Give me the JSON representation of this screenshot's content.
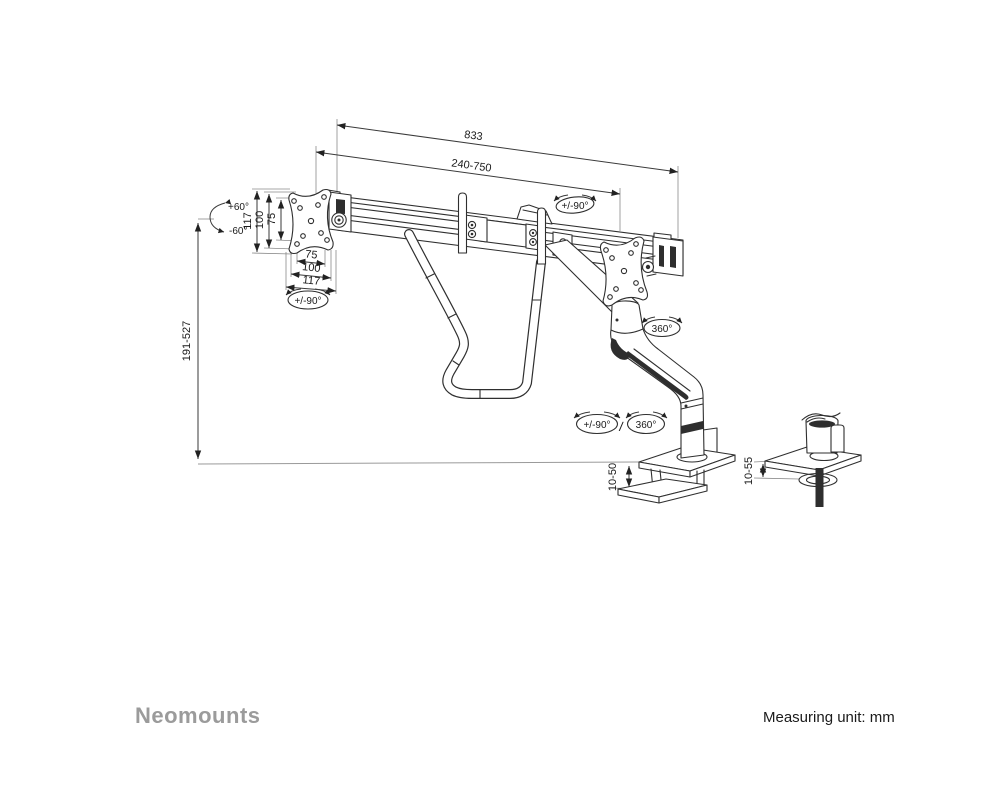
{
  "footer": {
    "brand_logo": "Neomounts",
    "measuring_unit": "Measuring unit: mm"
  },
  "dimensions": {
    "total_width": "833",
    "mount_spacing": "240-750",
    "vesa_left_vertical": [
      "117",
      "100",
      "75"
    ],
    "vesa_left_horizontal": [
      "75",
      "100",
      "117"
    ],
    "height_adjust": "191-527",
    "clamp_range": "10-50",
    "grommet_range": "10-55"
  },
  "angles": {
    "tilt_up": "+60°",
    "tilt_down": "-60°",
    "vesa_rotation": "+/-90°",
    "crossbar_rotation": "+/-90°",
    "arm_rotation": "360°",
    "base_rotation_left": "+/-90°",
    "base_rotation_sep": "/",
    "base_rotation_right": "360°"
  },
  "colors": {
    "ink": "#2f2f2f",
    "logo_gray": "#9b9b9b",
    "dim_line": "#3a3a3a"
  }
}
